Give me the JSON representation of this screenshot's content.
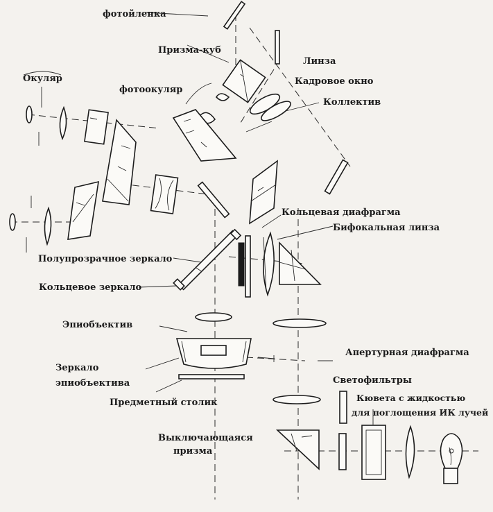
{
  "labels": {
    "photo_film": "фотойленка",
    "prism_cube": "Призма-куб",
    "lens": "Линза",
    "field_window": "Кадровое окно",
    "collective": "Коллектив",
    "photo_eyepiece": "фотоокуляр",
    "eyepiece": "Окуляр",
    "ring_diaphragm": "Кольцевая диафрагма",
    "bifocal_lens": "Бифокальная линза",
    "semi_transparent_mirror": "Полупрозрачное зеркало",
    "ring_mirror": "Кольцевое зеркало",
    "epiobjective": "Эпиобъектив",
    "aperture_diaphragm": "Апертурная диафрагма",
    "epiobjective_mirror_1": "Зеркало",
    "epiobjective_mirror_2": "эпиобъектива",
    "light_filters": "Светофильтры",
    "cuvette_1": "Кювета с жидкостью",
    "cuvette_2": "для поглощения ИК лучей",
    "object_stage": "Предметный столик",
    "switching_prism_1": "Выключающаяся",
    "switching_prism_2": "призма"
  }
}
